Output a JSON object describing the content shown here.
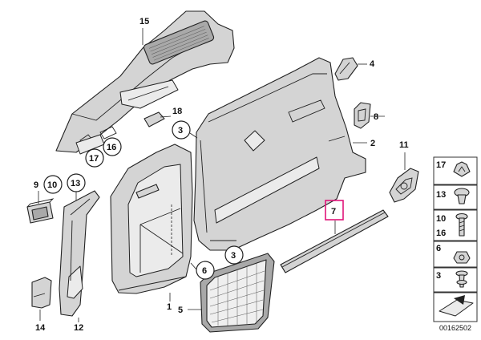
{
  "diagram": {
    "callouts": [
      {
        "id": "c15",
        "label": "15"
      },
      {
        "id": "c4",
        "label": "4"
      },
      {
        "id": "c18",
        "label": "18"
      },
      {
        "id": "c8",
        "label": "8"
      },
      {
        "id": "c2",
        "label": "2"
      },
      {
        "id": "c3a",
        "label": "3"
      },
      {
        "id": "c16",
        "label": "16"
      },
      {
        "id": "c17",
        "label": "17"
      },
      {
        "id": "c11",
        "label": "11"
      },
      {
        "id": "c9",
        "label": "9"
      },
      {
        "id": "c10",
        "label": "10"
      },
      {
        "id": "c13",
        "label": "13"
      },
      {
        "id": "c7",
        "label": "7"
      },
      {
        "id": "c6",
        "label": "6"
      },
      {
        "id": "c3b",
        "label": "3"
      },
      {
        "id": "c1",
        "label": "1"
      },
      {
        "id": "c5",
        "label": "5"
      },
      {
        "id": "c14",
        "label": "14"
      },
      {
        "id": "c12",
        "label": "12"
      }
    ],
    "legend": [
      {
        "label": "17"
      },
      {
        "label": "13"
      },
      {
        "label": "10"
      },
      {
        "label": "16"
      },
      {
        "label": "6"
      },
      {
        "label": "3"
      }
    ],
    "document_id": "00162502",
    "highlight_color": "#e0157a"
  }
}
